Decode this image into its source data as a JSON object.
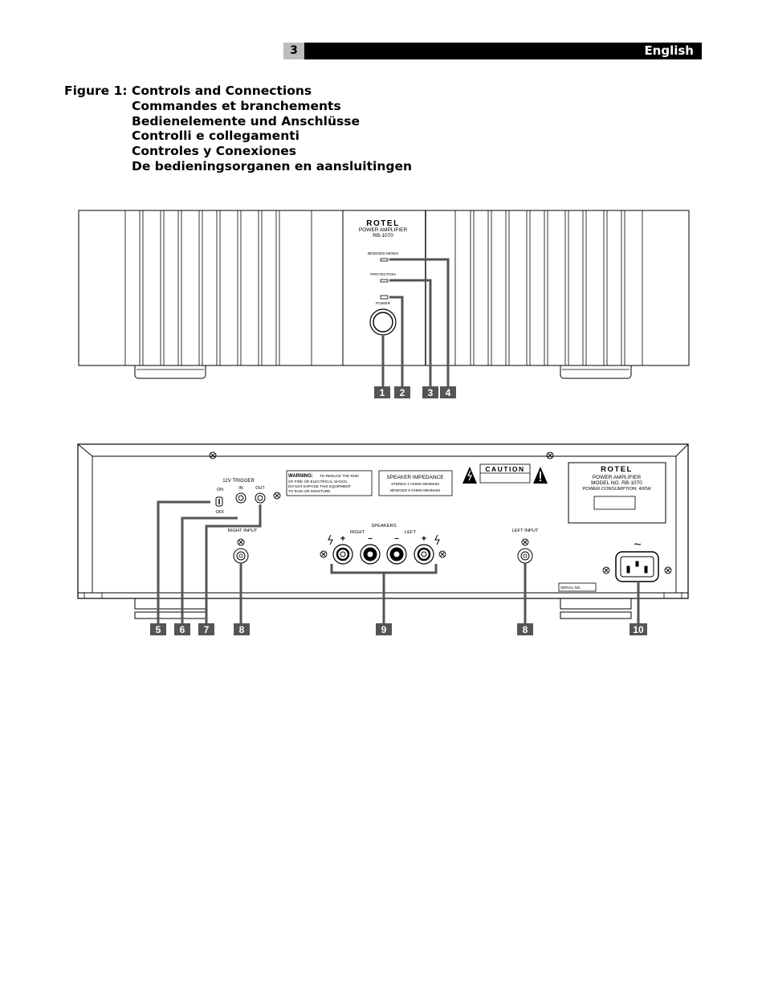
{
  "header": {
    "page_number": "3",
    "language": "English"
  },
  "figure": {
    "label": "Figure 1:",
    "titles": [
      "Controls and Connections",
      "Commandes et branchements",
      "Bedienelemente und Anschlüsse",
      "Controlli e collegamenti",
      "Controles y Conexiones",
      "De bedieningsorganen en aansluitingen"
    ]
  },
  "front_panel": {
    "brand": "ROTEL",
    "model_line1": "POWER AMPLIFIER",
    "model_line2": "RB-1070",
    "led_bridged": "BRIDGED MONO",
    "led_protection": "PROTECTION",
    "led_power": "POWER",
    "callouts": [
      "1",
      "2",
      "3",
      "4"
    ]
  },
  "rear_panel": {
    "trigger_title": "12V TRIGGER",
    "trigger_on": "ON",
    "trigger_off": "OFF",
    "trigger_in": "IN",
    "trigger_out": "OUT",
    "warning_title": "WARNING:",
    "warning_l1": "TO REDUCE THE RISK",
    "warning_l2": "OF FIRE OR ELECTRICAL SHOCK,",
    "warning_l3": "DO NOT EXPOSE THIS EQUIPMENT",
    "warning_l4": "TO RAIN OR MOISTURE.",
    "impedance_title": "SPEAKER IMPEDANCE",
    "impedance_l1": "STEREO 4 OHMS MINIMUM",
    "impedance_l2": "BRIDGED 8 OHMS MINIMUM",
    "caution": "CAUTION",
    "label_brand": "ROTEL",
    "label_l1": "POWER AMPLIFIER",
    "label_l2": "MODEL NO. RB-1070",
    "label_l3": "POWER CONSUMPTION: 400W",
    "right_input": "RIGHT INPUT",
    "left_input": "LEFT INPUT",
    "speakers": "SPEAKERS",
    "speakers_right": "RIGHT",
    "speakers_left": "LEFT",
    "plus": "+",
    "minus": "–",
    "ac_symbol": "~",
    "serial": "SERIAL NO.",
    "callouts": [
      "5",
      "6",
      "7",
      "8",
      "9",
      "8",
      "10"
    ]
  }
}
